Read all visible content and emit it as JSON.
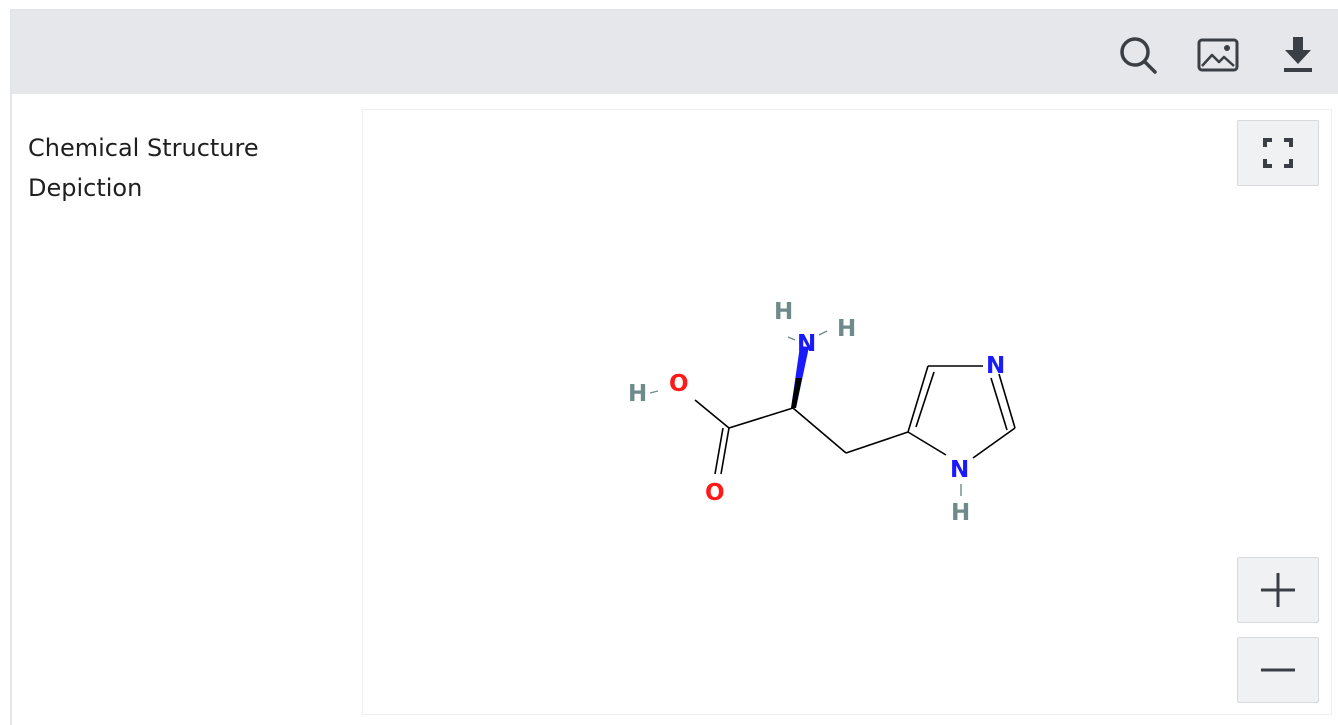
{
  "toolbar": {
    "icons": [
      "search-icon",
      "image-icon",
      "download-icon"
    ],
    "icon_color": "#3a3f45"
  },
  "section": {
    "label": "Chemical Structure Depiction"
  },
  "viewer": {
    "controls": [
      "fullscreen-icon",
      "zoom-in-icon",
      "zoom-out-icon"
    ],
    "atoms": {
      "h_amine_1": "H",
      "n_amine": "N",
      "h_amine_2": "H",
      "h_hydroxyl": "H",
      "o_hydroxyl": "O",
      "o_carbonyl": "O",
      "n_ring_top": "N",
      "n_ring_bottom": "N",
      "h_ring": "H"
    },
    "colors": {
      "nitrogen": "#1a1aff",
      "oxygen": "#ff1a1a",
      "hydrogen": "#6f8a8a",
      "bond": "#000000"
    }
  }
}
